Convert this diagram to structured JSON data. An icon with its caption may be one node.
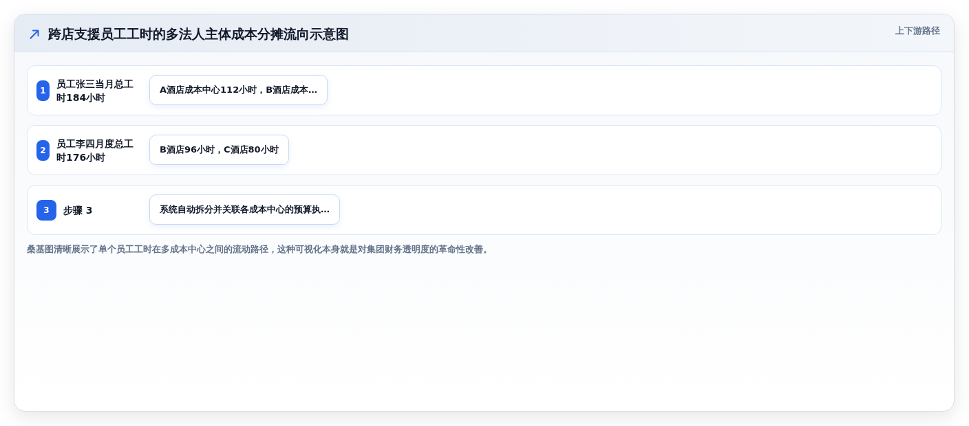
{
  "diagram": {
    "title": "跨店支援员工工时的多法人主体成本分摊流向示意图",
    "caption": "桑基图清晰展示了单个员工工时在多成本中心之间的流动路径，这种可视化本身就是对集团财务透明度的革命性改善。",
    "nodes": [
      {
        "text": [
          "员工张三当月总工时184小时"
        ]
      },
      {
        "text": [
          "1"
        ],
        "in": 0
      },
      {
        "text": [
          "A酒店成本中心112小时，B酒店成本…"
        ],
        "in": 0
      },
      {
        "text": [
          "员工李四月度总工时176小时"
        ]
      },
      {
        "text": [
          "2"
        ],
        "in": 3
      },
      {
        "text": [
          "B酒店96小时，C酒店80小时"
        ],
        "in": 3
      },
      {
        "text": [
          "步骤 3"
        ]
      },
      {
        "text": [
          "3"
        ],
        "in": 6
      },
      {
        "text": [
          "系统自动拆分并关联各成本中心的预算执…"
        ],
        "in": 6
      }
    ],
    "labels": [
      "上下游路径"
    ]
  }
}
